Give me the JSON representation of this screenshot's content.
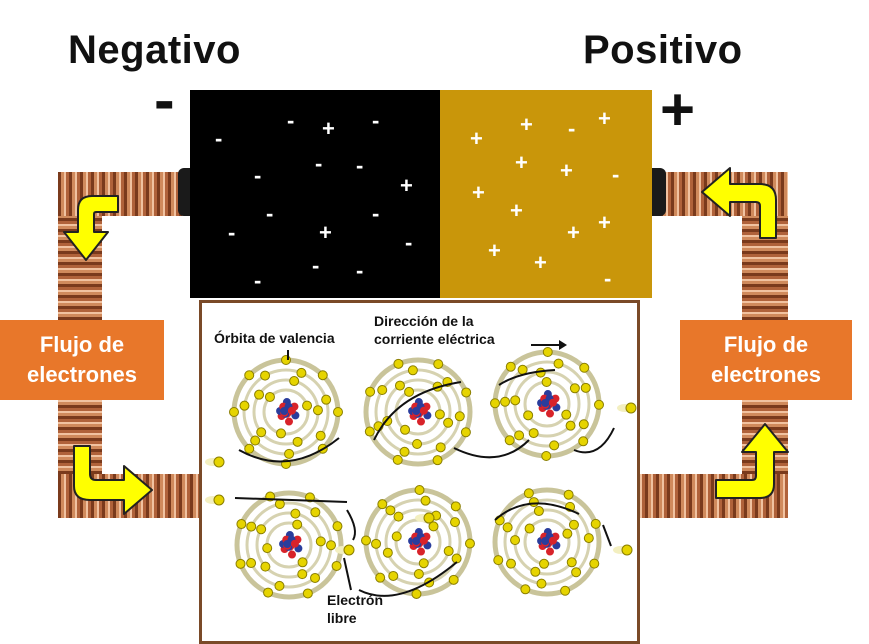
{
  "battery": {
    "negative_title": "Negativo",
    "positive_title": "Positivo",
    "negative_symbol": "-",
    "positive_symbol": "+",
    "negative_charges": [
      "-",
      "-",
      "+",
      "-",
      "-",
      "-",
      "-",
      "+",
      "-",
      "-",
      "-",
      "+",
      "-",
      "-",
      "-",
      "-"
    ],
    "positive_charges": [
      "+",
      "+",
      "-",
      "+",
      "+",
      "+",
      "+",
      "-",
      "+",
      "+",
      "+",
      "+",
      "+",
      "-",
      "+"
    ]
  },
  "left_box": {
    "line1": "Flujo de",
    "line2": "electrones"
  },
  "right_box": {
    "line1": "Flujo de",
    "line2": "electrones"
  },
  "panel": {
    "valence_label": "Órbita de valencia",
    "direction_line1": "Dirección de la",
    "direction_line2": "corriente eléctrica",
    "free_line1": "Electrón",
    "free_line2": "libre"
  },
  "colors": {
    "arrow": "#ffff00",
    "box": "#e8772a",
    "negative": "#000000",
    "positive": "#c9960a",
    "nucleus_proton": "#d8232a",
    "nucleus_neutron": "#2a3d9c",
    "electron": "#e6d400"
  }
}
